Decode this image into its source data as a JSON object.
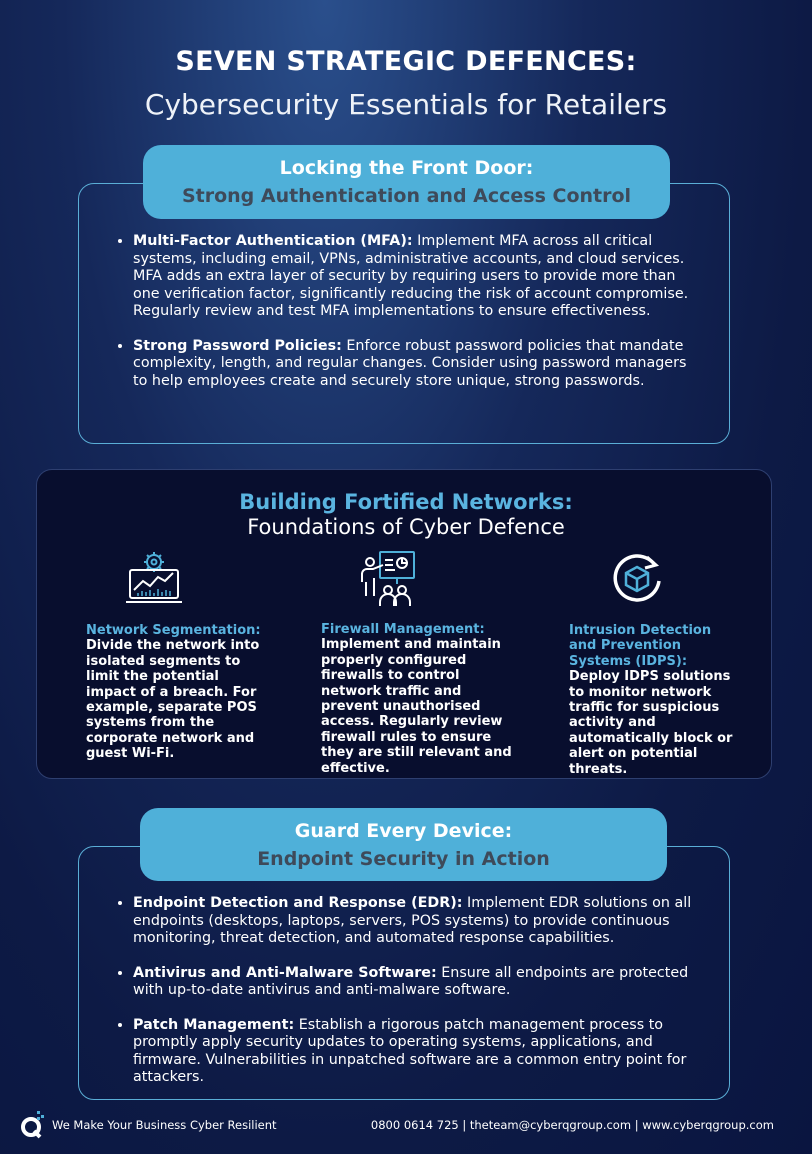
{
  "header": {
    "title": "SEVEN STRATEGIC DEFENCES:",
    "subtitle": "Cybersecurity Essentials for Retailers"
  },
  "section1": {
    "heading": "Locking the Front Door:",
    "subheading": "Strong Authentication and Access Control",
    "items": [
      {
        "label": "Multi-Factor Authentication (MFA):",
        "text": " Implement MFA across all critical systems, including email, VPNs, administrative accounts, and cloud services. MFA adds an extra layer of security by requiring users to provide more than one verification factor, significantly reducing the risk of account compromise. Regularly review and test MFA implementations to ensure effectiveness."
      },
      {
        "label": "Strong Password Policies:",
        "text": " Enforce robust password policies that mandate complexity, length, and regular changes. Consider using password managers to help employees create and securely store unique, strong passwords."
      }
    ]
  },
  "section2": {
    "heading": "Building Fortified Networks:",
    "subheading": "Foundations of Cyber Defence",
    "columns": [
      {
        "icon": "network-chart-icon",
        "label": "Network Segmentation:",
        "text": " Divide the network into isolated segments to limit the potential impact of a breach. For example, separate POS systems from the corporate network and guest Wi-Fi."
      },
      {
        "icon": "presentation-team-icon",
        "label": "Firewall Management:",
        "text": " Implement and maintain properly configured firewalls to control network traffic and prevent unauthorised access. Regularly review firewall rules to ensure they are still relevant and effective."
      },
      {
        "icon": "cube-refresh-icon",
        "label": "Intrusion Detection and Prevention Systems (IDPS):",
        "text": " Deploy IDPS solutions to monitor network traffic for suspicious activity and automatically block or alert on potential threats."
      }
    ]
  },
  "section3": {
    "heading": "Guard Every Device:",
    "subheading": "Endpoint Security in Action",
    "items": [
      {
        "label": "Endpoint Detection and Response (EDR):",
        "text": " Implement EDR solutions on all endpoints (desktops, laptops, servers, POS systems) to provide continuous monitoring, threat detection, and automated response capabilities."
      },
      {
        "label": "Antivirus and Anti-Malware Software:",
        "text": " Ensure all endpoints are protected with up-to-date antivirus and anti-malware software."
      },
      {
        "label": "Patch Management:",
        "text": " Establish a rigorous patch management process to promptly apply security updates to operating systems, applications, and firmware. Vulnerabilities in unpatched software are a common entry point for attackers."
      }
    ]
  },
  "footer": {
    "tagline": "We Make Your Business Cyber Resilient",
    "contact": "0800 0614 725 | theteam@cyberqgroup.com | www.cyberqgroup.com"
  },
  "colors": {
    "accent": "#4fb0d9",
    "heading_blue": "#5ab4e0",
    "background": "#0d1a45"
  }
}
